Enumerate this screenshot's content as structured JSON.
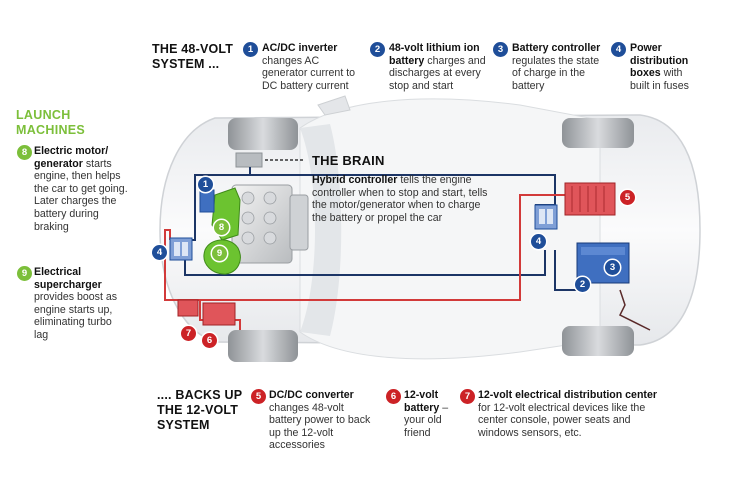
{
  "header": {
    "title_line1": "THE 48-VOLT",
    "title_line2": "SYSTEM ..."
  },
  "top_items": [
    {
      "num": "1",
      "bold": "AC/DC inverter",
      "text": "changes AC generator current to DC battery current"
    },
    {
      "num": "2",
      "bold": "48-volt lithium ion battery",
      "text": "charges and discharges at every stop and start"
    },
    {
      "num": "3",
      "bold": "Battery controller",
      "text": "regulates the state of charge in the battery"
    },
    {
      "num": "4",
      "bold": "Power distribution boxes",
      "text": "with built in fuses"
    }
  ],
  "launch": {
    "title_line1": "LAUNCH",
    "title_line2": "MACHINES",
    "items": [
      {
        "num": "8",
        "bold": "Electric motor/ generator",
        "text": "starts engine, then helps the car to get going. Later charges the battery during braking"
      },
      {
        "num": "9",
        "bold": "Electrical supercharger",
        "text": "provides boost as engine starts up, eliminating turbo lag"
      }
    ]
  },
  "brain": {
    "label": "THE BRAIN",
    "bold": "Hybrid controller",
    "text": "tells the engine controller when to stop and start, tells the motor/generator when to charge the battery or propel the car"
  },
  "footer": {
    "title_line1": ".... BACKS UP",
    "title_line2": "THE 12-VOLT",
    "title_line3": "SYSTEM"
  },
  "bottom_items": [
    {
      "num": "5",
      "bold": "DC/DC converter",
      "text": "changes 48-volt battery power to back up the 12-volt accessories"
    },
    {
      "num": "6",
      "bold": "12-volt battery",
      "text": "– your old friend"
    },
    {
      "num": "7",
      "bold": "12-volt electrical distribution center",
      "text": "for 12-volt electrical devices like the center console, power seats and windows sensors, etc."
    }
  ],
  "diagram_badges": [
    "1",
    "8",
    "9",
    "4",
    "7",
    "6",
    "5",
    "4",
    "3",
    "2"
  ],
  "colors": {
    "blue": "#1f4e99",
    "red": "#cc2226",
    "green": "#7cbf3a",
    "wire_red": "#d23a3a",
    "wire_navy": "#1c3566"
  }
}
